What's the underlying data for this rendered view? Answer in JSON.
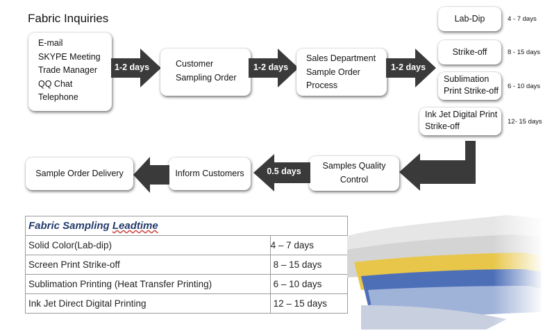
{
  "title": "Fabric Inquiries",
  "contact_methods": [
    "E-mail",
    "SKYPE Meeting",
    "Trade Manager",
    "QQ Chat",
    "Telephone"
  ],
  "arrows": [
    "1-2 days",
    "1-2 days",
    "1-2 days",
    "0.5 days"
  ],
  "steps": {
    "customer_sampling": [
      "Customer",
      "Sampling Order"
    ],
    "sales_department": [
      "Sales Department",
      "Sample Order",
      "Process"
    ],
    "samples_quality": [
      "Samples Quality",
      "Control"
    ],
    "inform_customers": "Inform Customers",
    "sample_delivery": "Sample Order Delivery"
  },
  "options": [
    {
      "label": [
        "Lab-Dip"
      ],
      "days": "4 - 7 days"
    },
    {
      "label": [
        "Strike-off"
      ],
      "days": "8 - 15 days"
    },
    {
      "label": [
        "Sublimation",
        "Print Strike-off"
      ],
      "days": "6 - 10 days"
    },
    {
      "label": [
        "Ink Jet Digital Print",
        "Strike-off"
      ],
      "days": "12- 15 days"
    }
  ],
  "leadtime_table": {
    "title_parts": [
      "Fabric Sampling ",
      "Leadtime"
    ],
    "rows": [
      {
        "item": "Solid Color(Lab-dip)",
        "time": "4 – 7 days"
      },
      {
        "item": "Screen Print Strike-off",
        "time": "8 – 15 days"
      },
      {
        "item": "Sublimation Printing (Heat Transfer Printing)",
        "time": "6 – 10 days"
      },
      {
        "item": "Ink Jet Direct Digital Printing",
        "time": "12 – 15 days"
      }
    ]
  },
  "colors": {
    "arrow": "#3a3a3a",
    "table_title": "#233a6b",
    "fabric_colors": [
      "#e8c64a",
      "#4d6fb8",
      "#9fb2d8",
      "#d9d9d9",
      "#e8e8e8"
    ]
  }
}
